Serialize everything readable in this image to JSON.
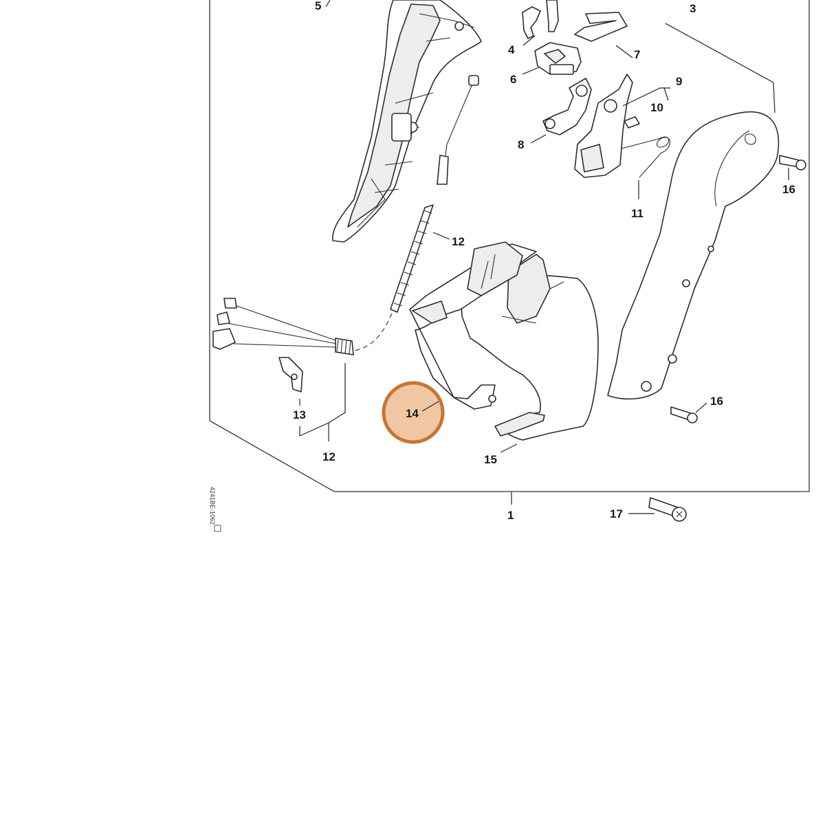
{
  "diagram": {
    "drawing_code": "4241BE-1062",
    "accent_color": "#c87533",
    "highlight_fill": "#f1c7a3",
    "callouts": {
      "c1": "1",
      "c3": "3",
      "c4": "4",
      "c5": "5",
      "c6": "6",
      "c7": "7",
      "c8": "8",
      "c9": "9",
      "c10": "10",
      "c11": "11",
      "c12a": "12",
      "c12b": "12",
      "c13": "13",
      "c14": "14",
      "c15": "15",
      "c16a": "16",
      "c16b": "16",
      "c17": "17"
    },
    "highlighted_part": "14"
  }
}
